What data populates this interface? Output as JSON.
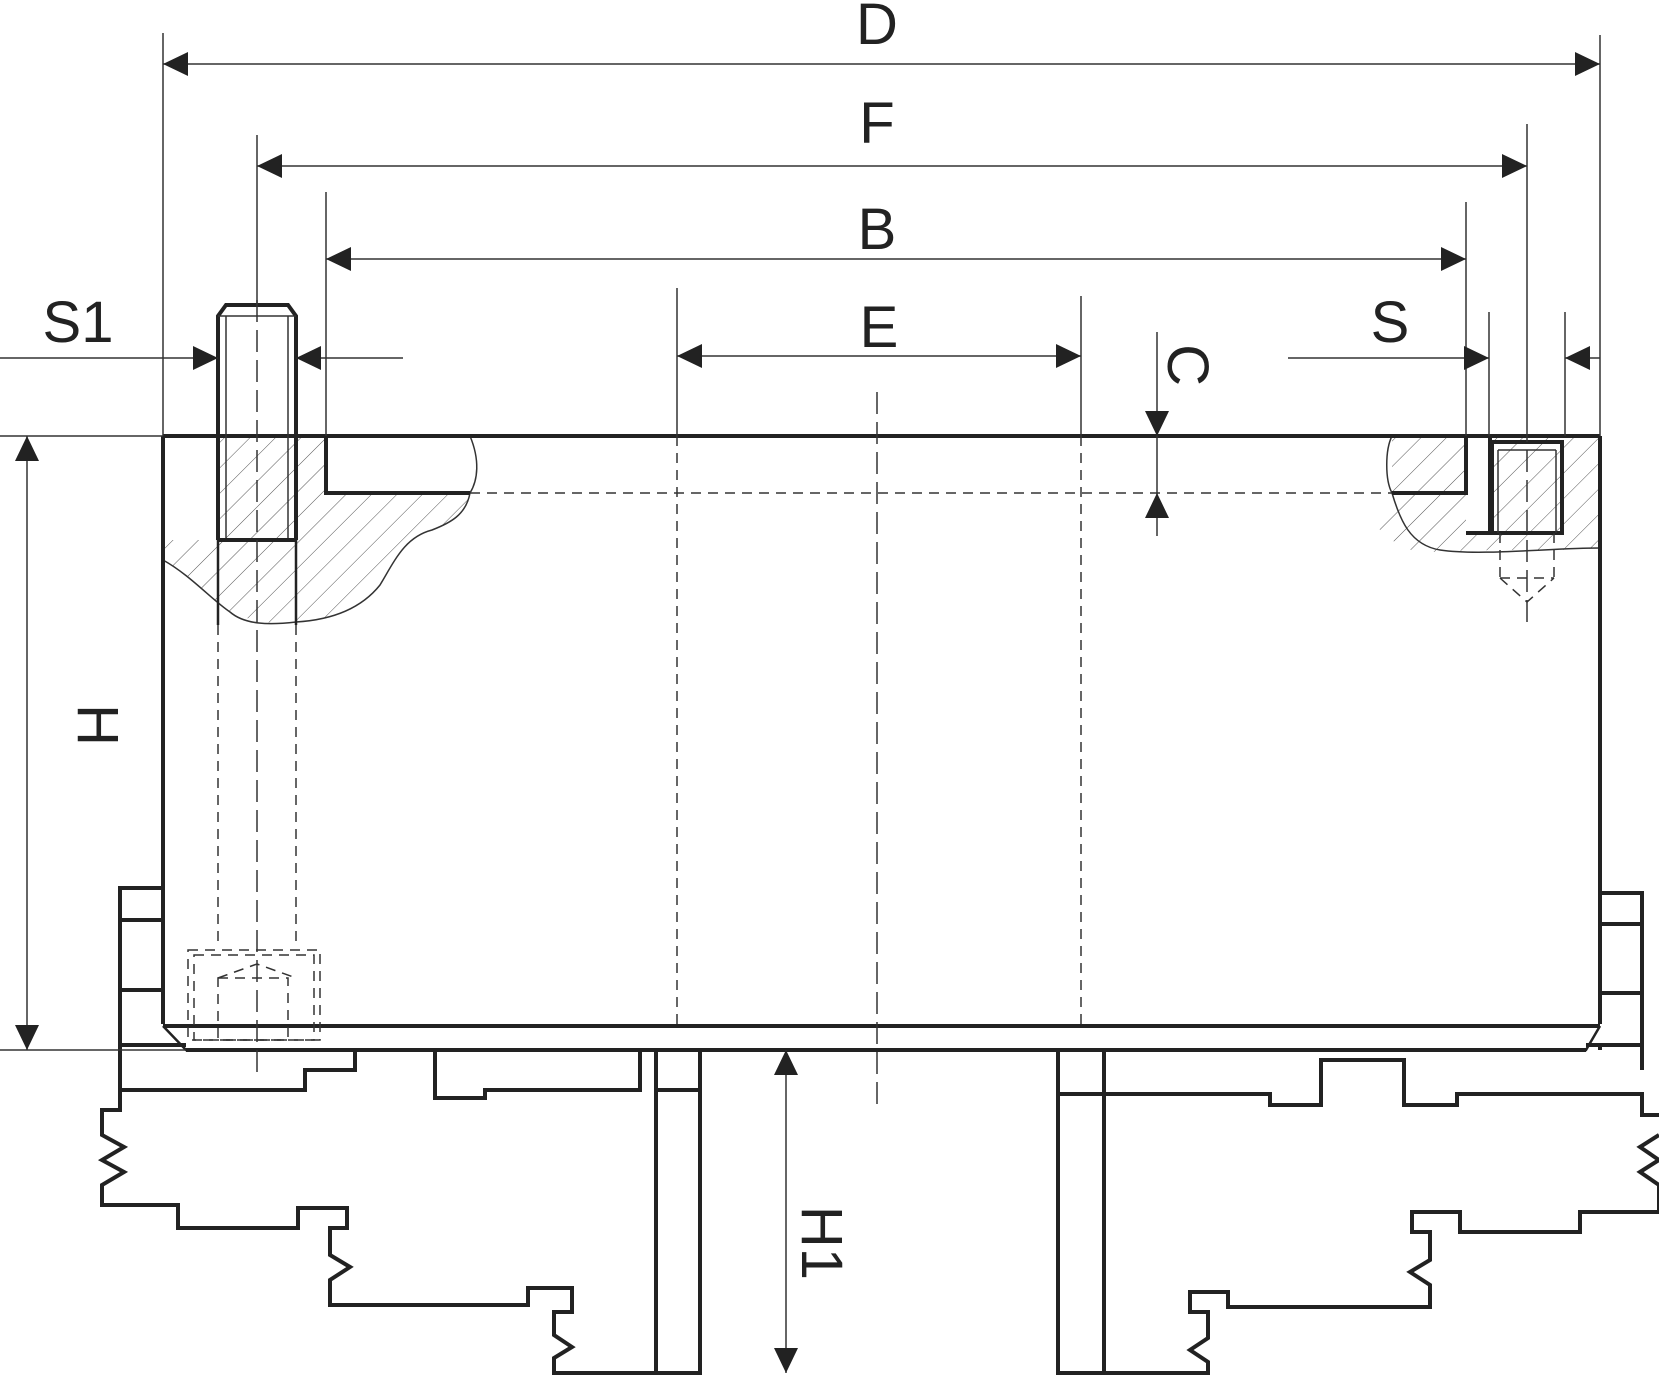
{
  "labels": {
    "D": "D",
    "F": "F",
    "B": "B",
    "E": "E",
    "S1": "S1",
    "S": "S",
    "C": "C",
    "H": "H",
    "H1": "H1"
  }
}
